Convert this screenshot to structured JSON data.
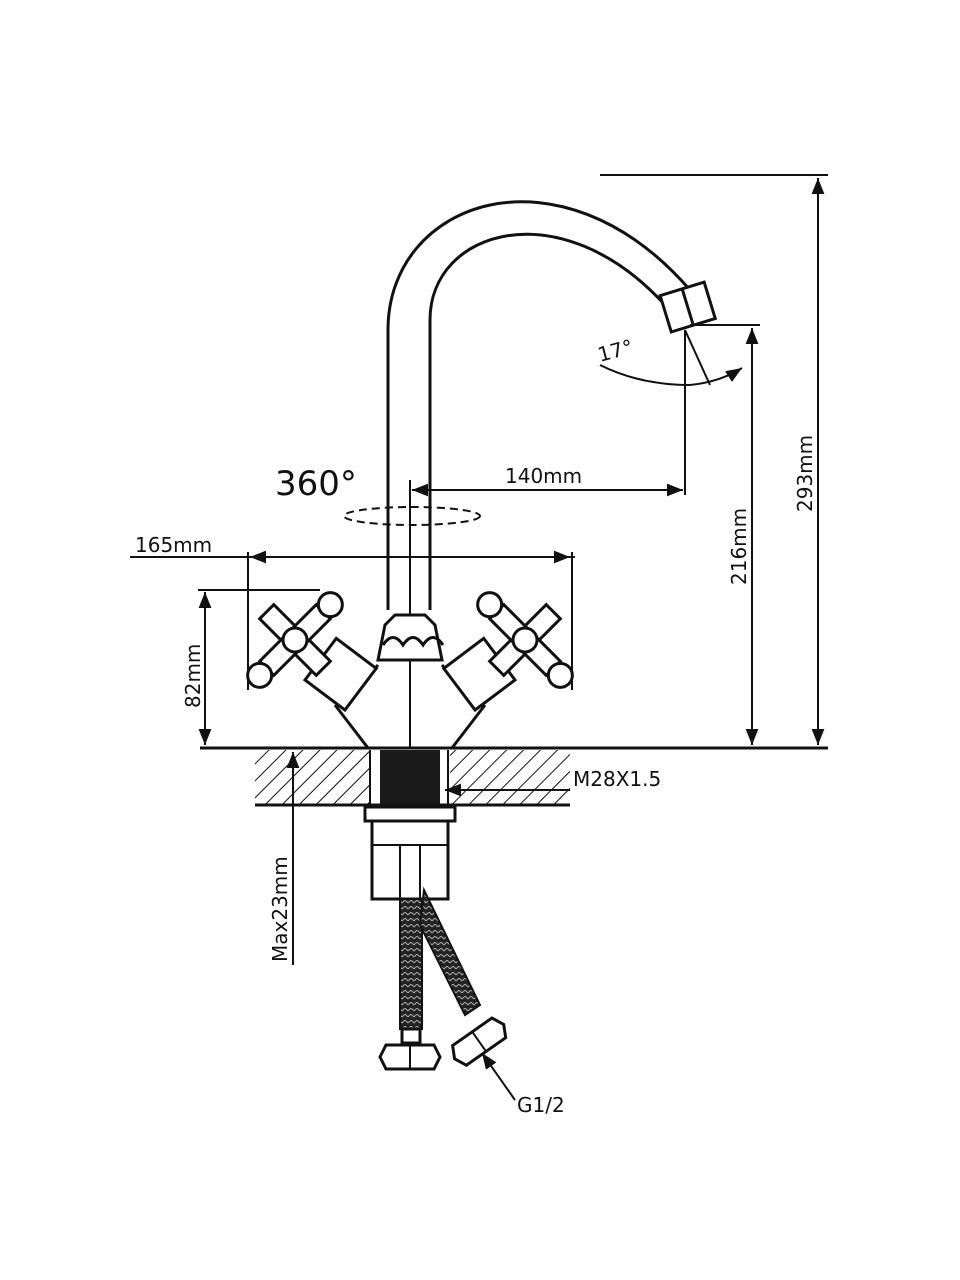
{
  "labels": {
    "rotation": "360°",
    "reach": "140mm",
    "handle_span": "165mm",
    "body_height": "82mm",
    "outlet_height": "216mm",
    "total_height": "293mm",
    "aerator_angle": "17°",
    "thread": "M28X1.5",
    "max_thickness": "Max23mm",
    "hose_connection": "G1/2"
  },
  "colors": {
    "line": "#111111",
    "background": "#ffffff"
  }
}
